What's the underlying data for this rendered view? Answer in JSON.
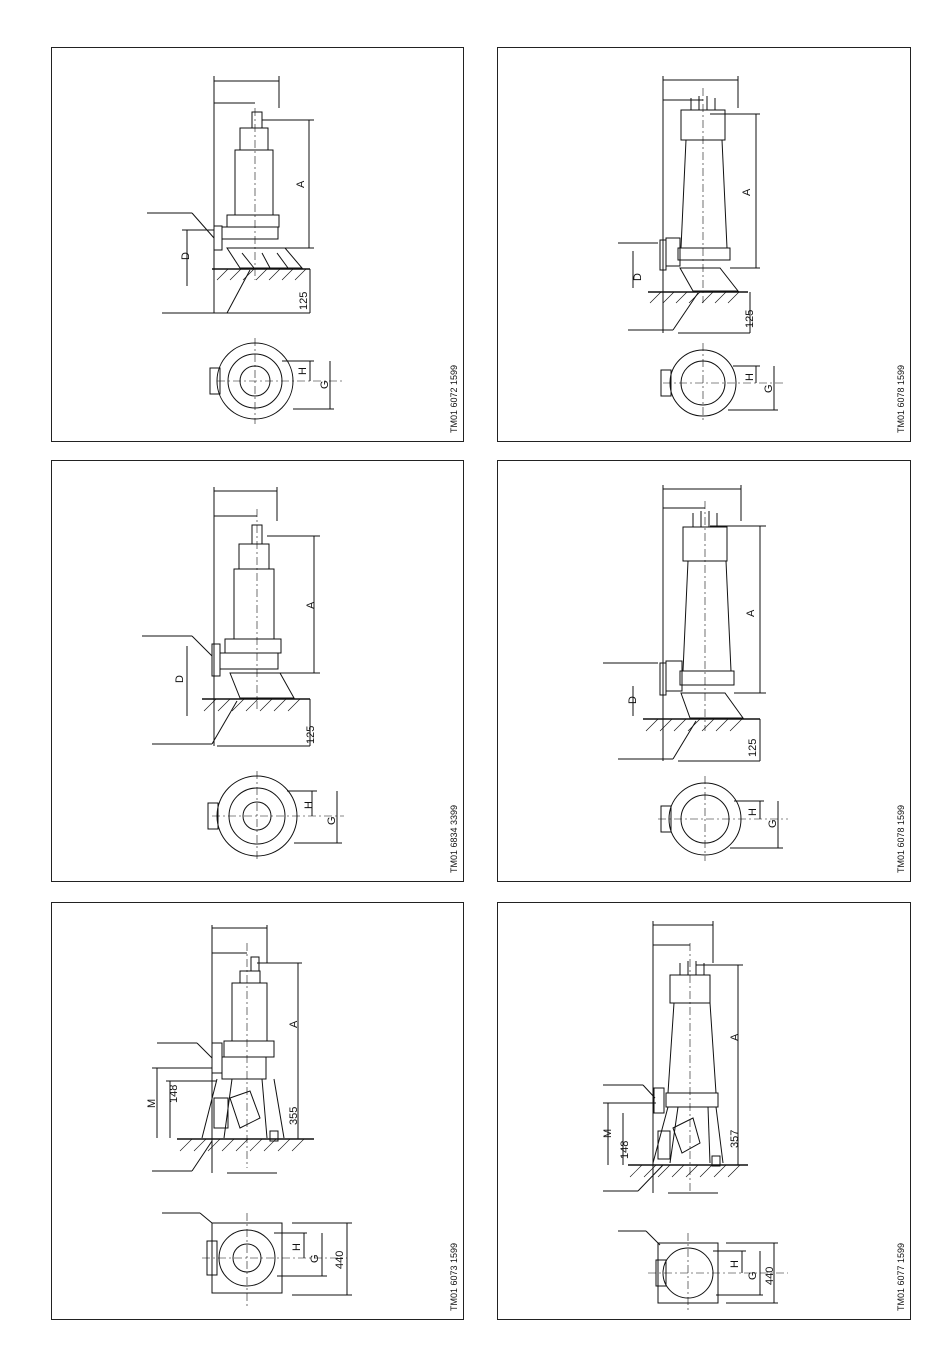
{
  "panels": [
    {
      "id": "p1",
      "code": "TM01 6072 1599",
      "labels": {
        "A": "A",
        "D": "D",
        "H": "H",
        "G": "G",
        "base": "125"
      }
    },
    {
      "id": "p2",
      "code": "TM01 6078 1599",
      "labels": {
        "A": "A",
        "D": "D",
        "H": "H",
        "G": "G",
        "base": "125"
      }
    },
    {
      "id": "p3",
      "code": "TM01 6834 3399",
      "labels": {
        "A": "A",
        "D": "D",
        "H": "H",
        "G": "G",
        "base": "125"
      }
    },
    {
      "id": "p4",
      "code": "TM01 6078 1599",
      "labels": {
        "A": "A",
        "D": "D",
        "H": "H",
        "G": "G",
        "base": "125"
      }
    },
    {
      "id": "p5",
      "code": "TM01 6073 1599",
      "labels": {
        "A": "A",
        "M": "M",
        "H": "H",
        "G": "G",
        "dim148": "148",
        "base": "355",
        "width": "440"
      }
    },
    {
      "id": "p6",
      "code": "TM01 6077 1599",
      "labels": {
        "A": "A",
        "M": "M",
        "H": "H",
        "G": "G",
        "dim148": "148",
        "base": "357",
        "width": "440"
      }
    }
  ]
}
